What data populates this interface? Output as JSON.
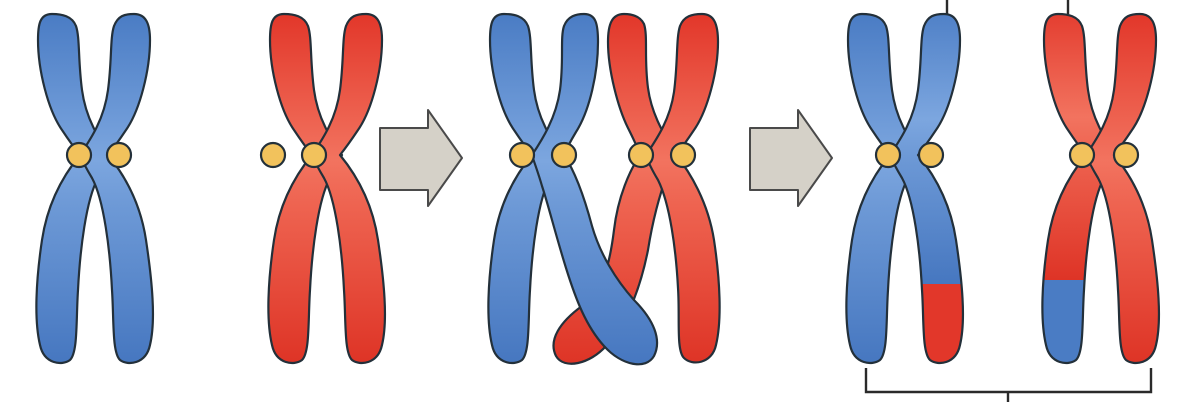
{
  "diagram": {
    "colors": {
      "maternal": "#4a7cc4",
      "maternal_light": "#79a3de",
      "paternal": "#e2372a",
      "paternal_light": "#f06d5c",
      "centromere": "#f2c25c",
      "arrow": "#d5d1c8",
      "outline": "#23303a"
    },
    "stages": [
      {
        "id": "homologous-pair"
      },
      {
        "id": "crossing-over"
      },
      {
        "id": "recombinant-chromosomes"
      }
    ]
  }
}
